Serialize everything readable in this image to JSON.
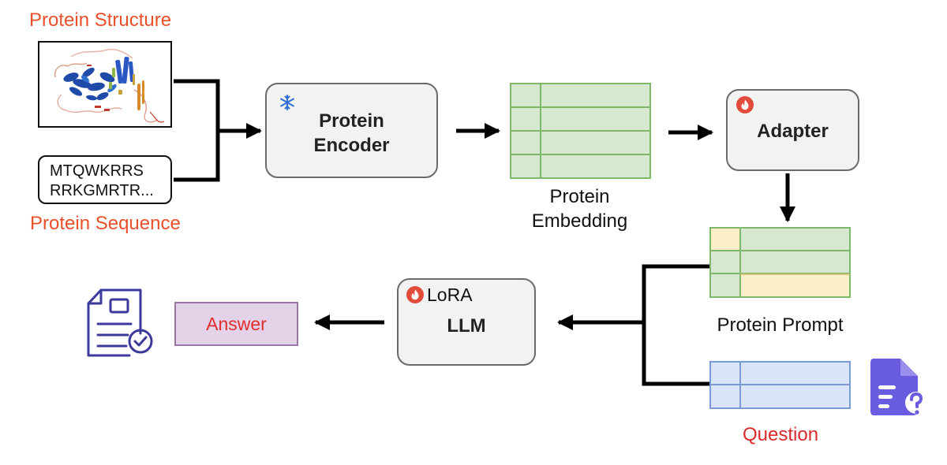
{
  "inputs": {
    "structure_label": "Protein Structure",
    "sequence_label": "Protein Sequence",
    "sequence_line1": "MTQWKRRS",
    "sequence_line2": "RRKGMRTR..."
  },
  "encoder": {
    "line1": "Protein",
    "line2": "Encoder",
    "status_icon": "snowflake-icon"
  },
  "embedding": {
    "line1": "Protein",
    "line2": "Embedding"
  },
  "adapter": {
    "label": "Adapter",
    "status_icon": "flame-icon"
  },
  "prompt": {
    "label": "Protein Prompt"
  },
  "question": {
    "label": "Question"
  },
  "llm": {
    "lora_label": "LoRA",
    "label": "LLM",
    "status_icon": "flame-icon"
  },
  "answer": {
    "label": "Answer"
  },
  "colors": {
    "accent_orange": "#e8502a",
    "accent_red": "#d92b2b",
    "embedding_green": "#d6e8cf",
    "prompt_yellow": "#fbf0c8",
    "question_blue": "#d9e4f8",
    "answer_purple": "#e3d2e8",
    "icon_indigo": "#6a5ce0",
    "flame_red": "#e24b3b",
    "snowflake_blue": "#2f6fd1"
  }
}
